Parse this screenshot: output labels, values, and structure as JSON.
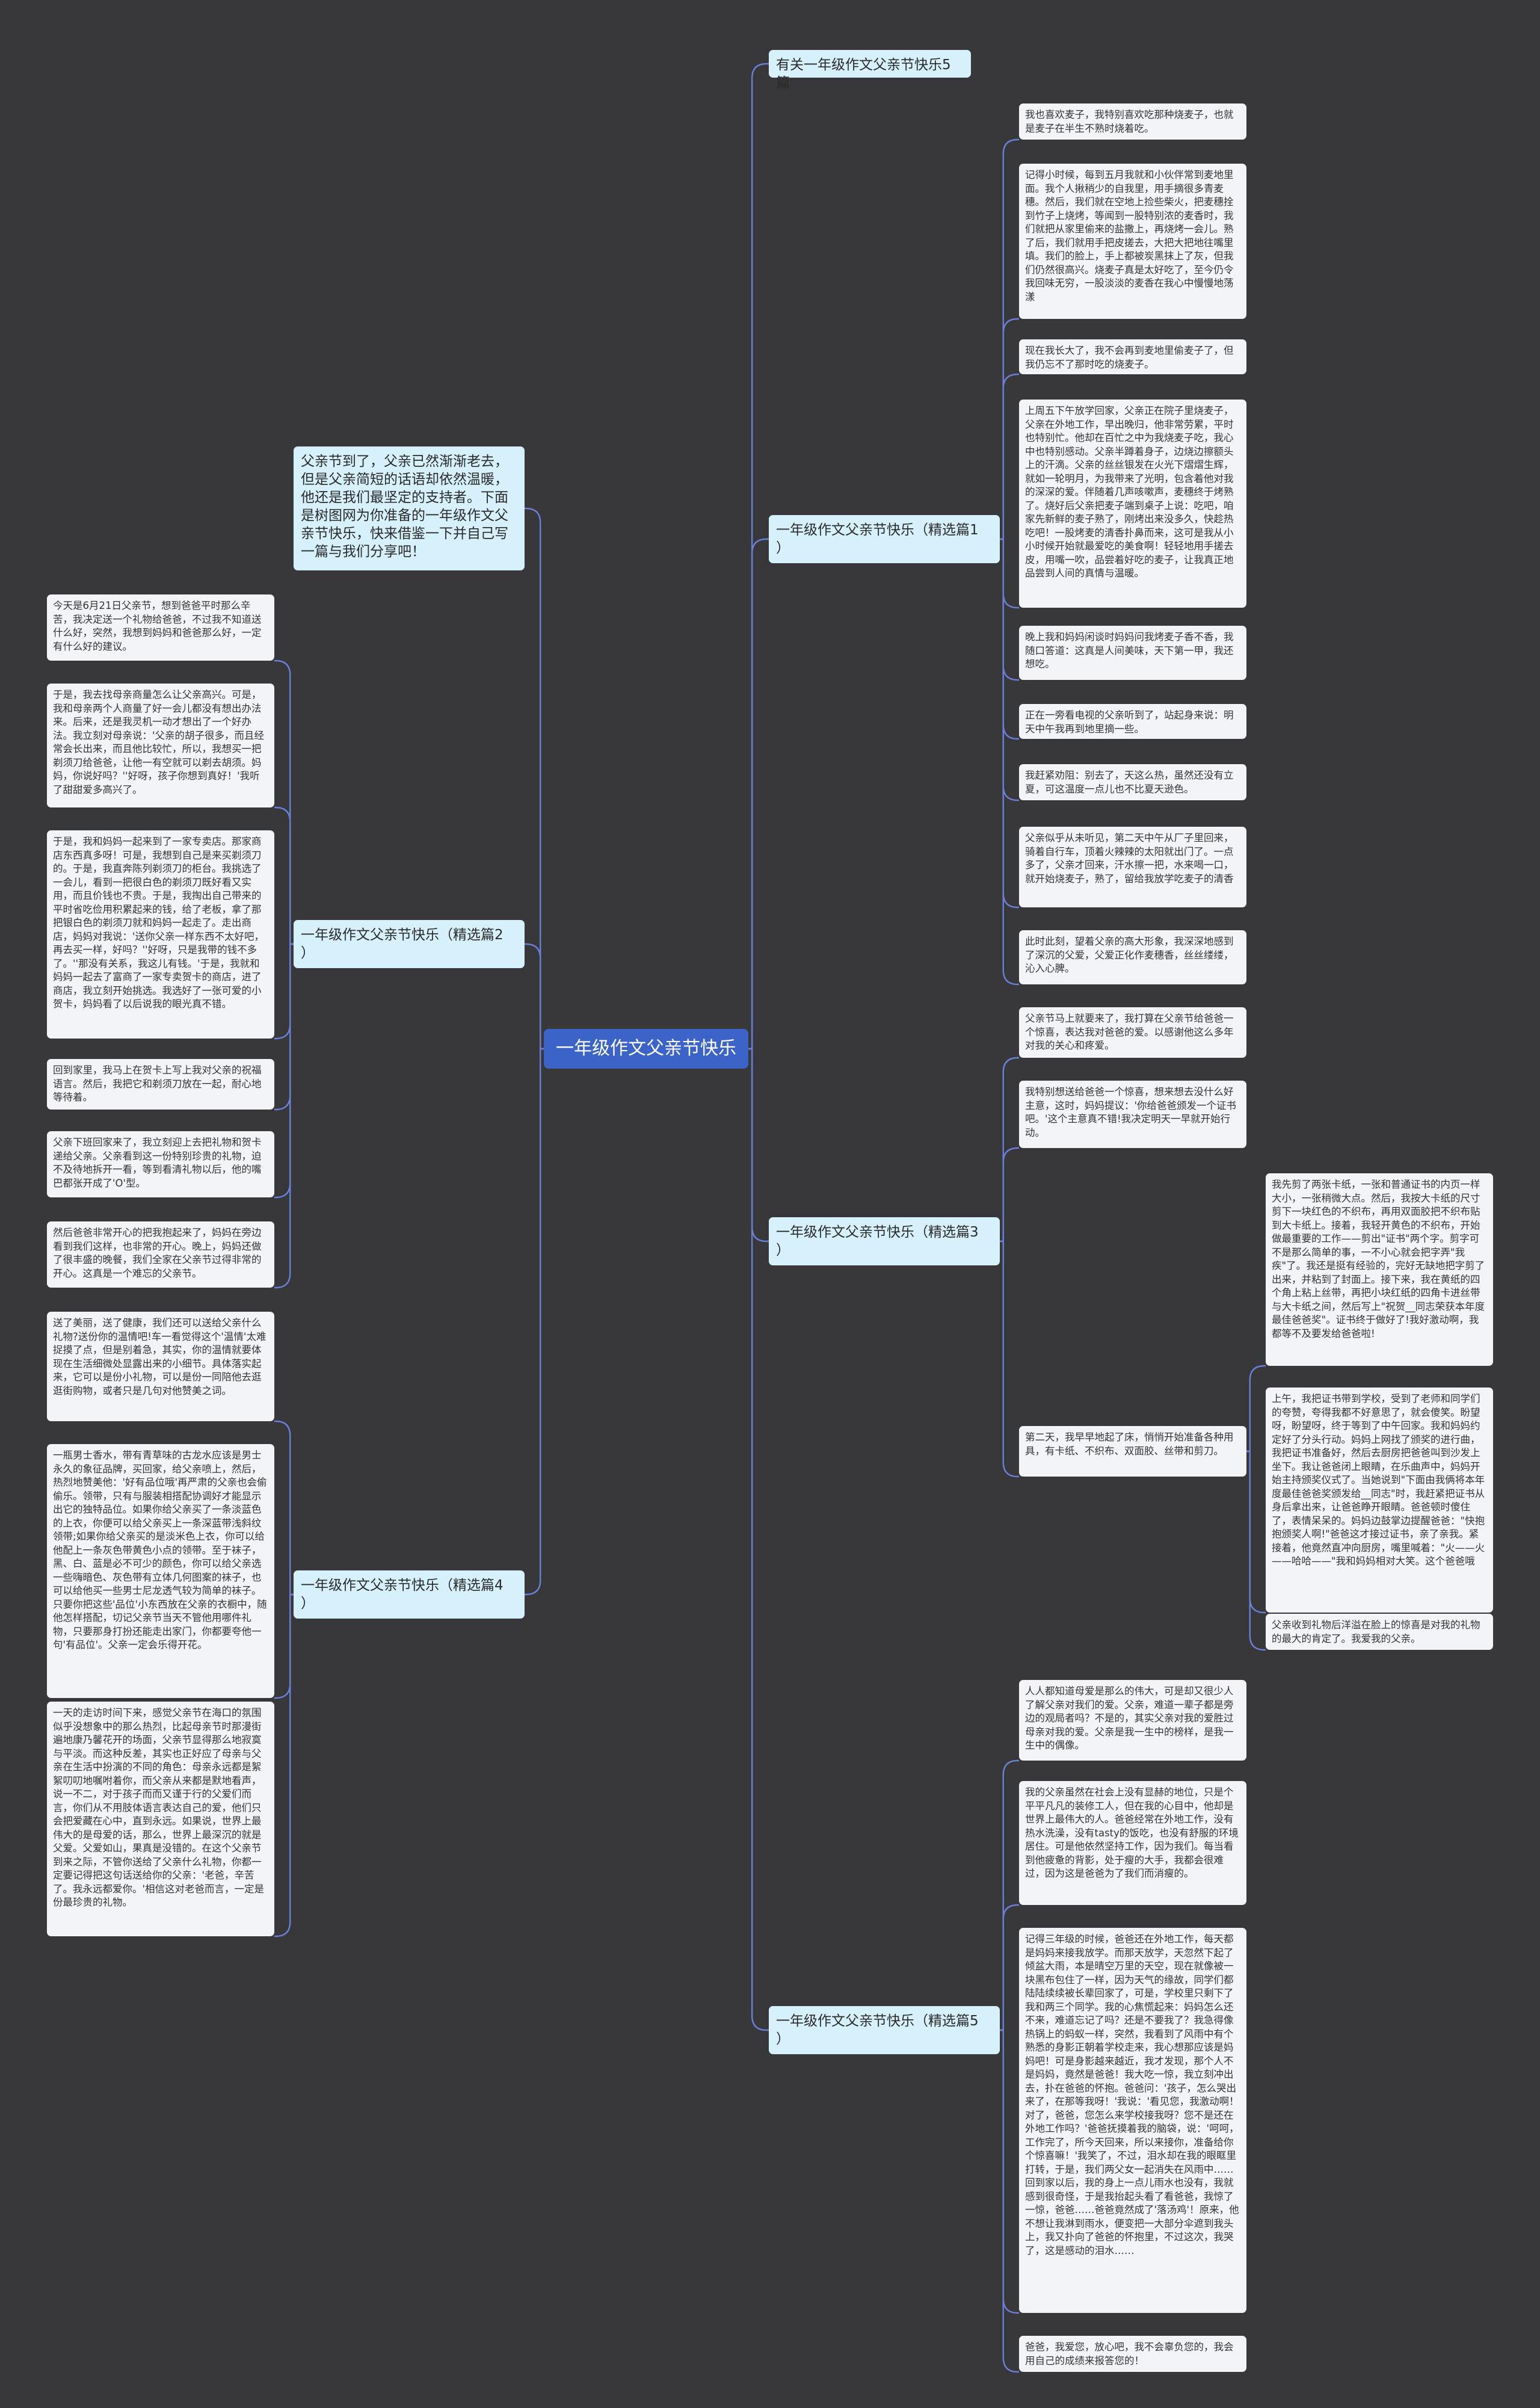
{
  "root": {
    "title": "一年级作文父亲节快乐"
  },
  "intro": "父亲节到了，父亲已然渐渐老去，但是父亲简短的话语却依然温暖，他还是我们最坚定的支持者。下面是树图网为你准备的一年级作文父亲节快乐，快来借鉴一下并自己写一篇与我们分享吧！",
  "header_link": "有关一年级作文父亲节快乐5篇",
  "right_branches": [
    {
      "label": "一年级作文父亲节快乐（精选篇1\n）",
      "notes": [
        "我也喜欢麦子，我特别喜欢吃那种烧麦子，也就是麦子在半生不熟时烧着吃。",
        "记得小时候，每到五月我就和小伙伴常到麦地里面。我个人揪稍少的自我里，用手摘很多青麦穗。然后，我们就在空地上捡些柴火，把麦穗拴到竹子上烧烤，等闻到一股特别浓的麦香时，我们就把从家里偷来的盐撒上，再烧烤一会儿。熟了后，我们就用手把皮搓去，大把大把地往嘴里填。我们的脸上，手上都被炭黑抹上了灰，但我们仍然很高兴。烧麦子真是太好吃了，至今仍令我回味无穷，一股淡淡的麦香在我心中慢慢地荡漾",
        "现在我长大了，我不会再到麦地里偷麦子了，但我仍忘不了那时吃的烧麦子。",
        "上周五下午放学回家，父亲正在院子里烧麦子，父亲在外地工作，早出晚归，他非常劳累，平时也特别忙。他却在百忙之中为我烧麦子吃，我心中也特别感动。父亲半蹲着身子，边烧边擦额头上的汗滴。父亲的丝丝银发在火光下熠熠生辉，就如一轮明月，为我带来了光明，包含着他对我的深深的爱。伴随着几声咳嗽声，麦穗终于烤熟了。烧好后父亲把麦子端到桌子上说：吃吧，咱家先新鲜的麦子熟了，刚烤出来没多久，快趁热吃吧！一股烤麦的清香扑鼻而来，这可是我从小小时候开始就最爱吃的美食啊！轻轻地用手搓去皮，用嘴一吹，品尝着好吃的麦子，让我真正地品尝到人间的真情与温暖。",
        "晚上我和妈妈闲谈时妈妈问我烤麦子香不香，我随口答道：这真是人间美味，天下第一甲，我还想吃。",
        "正在一旁看电视的父亲听到了，站起身来说：明天中午我再到地里摘一些。",
        "我赶紧劝阻：别去了，天这么热，虽然还没有立夏，可这温度一点儿也不比夏天逊色。",
        "父亲似乎从未听见，第二天中午从厂子里回来，骑着自行车，顶着火辣辣的太阳就出门了。一点多了，父亲才回来，汗水擦一把，水来喝一口，就开始烧麦子，熟了，留给我放学吃麦子的清香",
        "此时此刻，望着父亲的高大形象，我深深地感到了深沉的父爱，父爱正化作麦穗香，丝丝缕缕，沁入心脾。"
      ]
    },
    {
      "label": "一年级作文父亲节快乐（精选篇3\n）",
      "notes": [
        "父亲节马上就要来了，我打算在父亲节给爸爸一个惊喜，表达我对爸爸的爱。以感谢他这么多年对我的关心和疼爱。",
        "我特别想送给爸爸一个惊喜，想来想去没什么好主意，这时，妈妈提议：'你给爸爸颁发一个证书吧。'这个主意真不错!我决定明天一早就开始行动。",
        "第二天，我早早地起了床，悄悄开始准备各种用具，有卡纸、不织布、双面胶、丝带和剪刀。"
      ],
      "subnotes": [
        "我先剪了两张卡纸，一张和普通证书的内页一样大小，一张稍微大点。然后，我按大卡纸的尺寸剪下一块红色的不织布，再用双面胶把不织布贴到大卡纸上。接着，我轻开黄色的不织布，开始做最重要的工作——剪出\"证书\"两个字。剪字可不是那么简单的事，一不小心就会把字弄\"我疾\"了。我还是挺有经验的，完好无缺地把字剪了出来，并粘到了封面上。接下来，我在黄纸的四个角上粘上丝带，再把小块红纸的四角卡进丝带与大卡纸之间，然后写上\"祝贺__同志荣获本年度最佳爸爸奖\"。证书终于做好了!我好激动啊，我都等不及要发给爸爸啦!",
        "上午，我把证书带到学校，受到了老师和同学们的夸赞，夸得我都不好意思了，就会傻笑。盼望呀，盼望呀，终于等到了中午回家。我和妈妈约定好了分头行动。妈妈上网找了颁奖的进行曲，我把证书准备好，然后去厨房把爸爸叫到沙发上坐下。我让爸爸闭上眼睛，在乐曲声中，妈妈开始主持颁奖仪式了。当她说到\"下面由我俩将本年度最佳爸爸奖颁发给__同志\"时，我赶紧把证书从身后拿出来，让爸爸睁开眼睛。爸爸顿时傻住了，表情呆呆的。妈妈边鼓掌边提醒爸爸：\"快抱抱颁奖人啊!\"爸爸这才接过证书，亲了亲我。紧接着，他竟然直冲向厨房，嘴里喊着：\"火——火——哈哈——\"我和妈妈相对大笑。这个爸爸哦",
        "父亲收到礼物后洋溢在脸上的惊喜是对我的礼物的最大的肯定了。我爱我的父亲。"
      ]
    },
    {
      "label": "一年级作文父亲节快乐（精选篇5\n）",
      "notes": [
        "人人都知道母爱是那么的伟大，可是却又很少人了解父亲对我们的爱。父亲，难道一辈子都是旁边的观局者吗？不是的，其实父亲对我的爱胜过母亲对我的爱。父亲是我一生中的榜样，是我一生中的偶像。",
        "我的父亲虽然在社会上没有显赫的地位，只是个平平凡凡的装修工人，但在我的心目中，他却是世界上最伟大的人。爸爸经常在外地工作，没有热水洗澡，没有tasty的饭吃，也没有舒服的环境居住。可是他依然坚持工作，因为我们。每当看到他疲惫的背影，处于瘦的大手，我都会很难过，因为这是爸爸为了我们而消瘦的。",
        "记得三年级的时候，爸爸还在外地工作，每天都是妈妈来接我放学。而那天放学，天忽然下起了倾盆大雨，本是晴空万里的天空，现在就像被一块黑布包住了一样，因为天气的缘故，同学们都陆陆续续被长辈回家了，可是，学校里只剩下了我和两三个同学。我的心焦慌起来：妈妈怎么还不来，难道忘记了吗？还是不要我了？我急得像热锅上的蚂蚁一样，突然，我看到了风雨中有个熟悉的身影正朝着学校走来，我心想那应该是妈妈吧！可是身影越来越近，我才发现，那个人不是妈妈，竟然是爸爸！我大吃一惊，我立刻冲出去，扑在爸爸的怀抱。爸爸问：'孩子，怎么哭出来了，在那等我呀！'我说：'看见您，我激动啊！对了，爸爸，您怎么来学校接我呀？您不是还在外地工作吗？'爸爸抚摸着我的脑袋，说：'呵呵，工作完了，所今天回来，所以来接你，准备给你个惊喜嘛！'我笑了，不过，泪水却在我的眼眶里打转，于是，我们两父女一起消失在风雨中……回到家以后，我的身上一点儿雨水也没有，我就感到很奇怪，于是我抬起头看了看爸爸，我惊了一惊，爸爸……爸爸竟然成了'落汤鸡'！原来，他不想让我淋到雨水，便变把一大部分伞遮到我头上，我又扑向了爸爸的怀抱里，不过这次，我哭了，这是感动的泪水……",
        "爸爸，我爱您，放心吧，我不会辜负您的，我会用自己的成绩来报答您的！"
      ]
    }
  ],
  "left_branches": [
    {
      "label": "一年级作文父亲节快乐（精选篇2\n）",
      "notes": [
        "今天是6月21日父亲节，想到爸爸平时那么辛苦，我决定送一个礼物给爸爸，不过我不知道送什么好，突然，我想到妈妈和爸爸那么好，一定有什么好的建议。",
        "于是，我去找母亲商量怎么让父亲高兴。可是，我和母亲两个人商量了好一会儿都没有想出办法来。后来，还是我灵机一动才想出了一个好办法。我立刻对母亲说：'父亲的胡子很多，而且经常会长出来，而且他比较忙，所以，我想买一把剃须刀给爸爸，让他一有空就可以剃去胡须。妈妈，你说好吗？''好呀，孩子你想到真好！'我听了甜甜爱多高兴了。",
        "于是，我和妈妈一起来到了一家专卖店。那家商店东西真多呀！可是，我想到自己是来买剃须刀的。于是，我直奔陈列剃须刀的柜台。我挑选了一会儿，看到一把很白色的剃须刀既好看又实用，而且价钱也不贵。于是，我掏出自己带来的平时省吃俭用积累起来的钱，给了老板，拿了那把银白色的剃须刀就和妈妈一起走了。走出商店，妈妈对我说：'送你父亲一样东西不太好吧，再去买一样，好吗？''好呀，只是我带的钱不多了。''那没有关系，我这儿有钱。'于是，我就和妈妈一起去了富商了一家专卖贺卡的商店，进了商店，我立刻开始挑选。我选好了一张可爱的小贺卡，妈妈看了以后说我的眼光真不错。",
        "回到家里，我马上在贺卡上写上我对父亲的祝福语言。然后，我把它和剃须刀放在一起，耐心地等待着。",
        "父亲下班回家来了，我立刻迎上去把礼物和贺卡递给父亲。父亲看到这一份特别珍贵的礼物，迫不及待地拆开一看，等到看清礼物以后，他的嘴巴都张开成了'O'型。",
        "然后爸爸非常开心的把我抱起来了，妈妈在旁边看到我们这样，也非常的开心。晚上，妈妈还做了很丰盛的晚餐，我们全家在父亲节过得非常的开心。这真是一个难忘的父亲节。"
      ]
    },
    {
      "label": "一年级作文父亲节快乐（精选篇4\n）",
      "notes": [
        "送了美丽，送了健康，我们还可以送给父亲什么礼物?送份你的温情吧!车一看觉得这个'温情'太难捉摸了点，但是别着急，其实，你的温情就要体现在生活细微处显露出来的小细节。具体落实起来，它可以是份小礼物，可以是份一同陪他去逛逛街购物，或者只是几句对他赞美之词。",
        "一瓶男士香水，带有青草味的古龙水应该是男士永久的象征品牌，买回家，给父亲喷上，然后，热烈地赞美他：'好有品位哦'再严肃的父亲也会偷偷乐。领带，只有与服装相搭配协调好才能显示出它的独特品位。如果你给父亲买了一条淡蓝色的上衣，你便可以给父亲买上一条深蓝带浅斜纹领带;如果你给父亲买的是淡米色上衣，你可以给他配上一条灰色带黄色小点的领带。至于袜子，黑、白、蓝是必不可少的颜色，你可以给父亲选一些嗨暗色、灰色带有立体几何图案的袜子，也可以给他买一些男士尼龙透气较为简单的袜子。只要你把这些'品位'小东西放在父亲的衣橱中，随他怎样搭配，切记父亲节当天不管他用哪件礼物，只要那身打扮还能走出家门，你都要夸他一句'有品位'。父亲一定会乐得开花。",
        "一天的走访时间下来，感觉父亲节在海口的氛围似乎没想象中的那么热烈，比起母亲节时那漫街遍地康乃馨花开的场面，父亲节显得那么地寂寞与平淡。而这种反差，其实也正好应了母亲与父亲在生活中扮演的不同的角色：母亲永远都是絮絮叨叨地嘱咐着你，而父亲从来都是默地看声，说一不二，对于孩子而而又谨于行的父爱们而言，你们从不用肢体语言表达自己的爱，他们只会把爱藏在心中，直到永远。如果说，世界上最伟大的是母爱的话，那么，世界上最深沉的就是父爱。父爱如山，果真是没错的。在这个父亲节到来之际，不管你送给了父亲什么礼物，你都一定要记得把这句话送给你的父亲：'老爸，辛苦了。我永远都爱你。'相信这对老爸而言，一定是份最珍贵的礼物。"
      ]
    }
  ]
}
